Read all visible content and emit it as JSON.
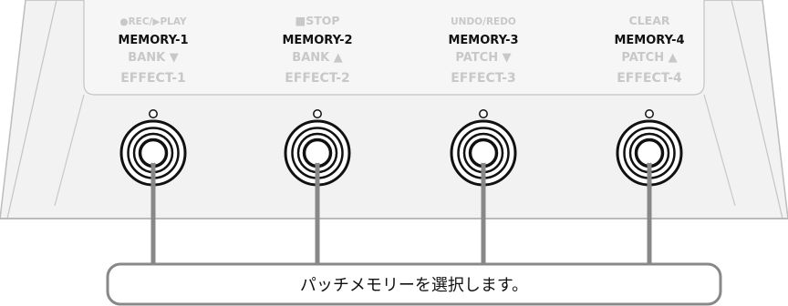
{
  "footswitches": [
    {
      "id": "1",
      "lines": [
        {
          "text": "●REC/▶PLAY",
          "style": "faint-small"
        },
        {
          "text": "MEMORY-1",
          "style": "active"
        },
        {
          "text": "BANK ▼",
          "style": "faint"
        },
        {
          "text": "EFFECT-1",
          "style": "faint"
        }
      ]
    },
    {
      "id": "2",
      "lines": [
        {
          "text": "■STOP",
          "style": "faint"
        },
        {
          "text": "MEMORY-2",
          "style": "active"
        },
        {
          "text": "BANK ▲",
          "style": "faint"
        },
        {
          "text": "EFFECT-2",
          "style": "faint"
        }
      ]
    },
    {
      "id": "3",
      "lines": [
        {
          "text": "UNDO/REDO",
          "style": "faint-small"
        },
        {
          "text": "MEMORY-3",
          "style": "active"
        },
        {
          "text": "PATCH ▼",
          "style": "faint"
        },
        {
          "text": "EFFECT-3",
          "style": "faint"
        }
      ]
    },
    {
      "id": "4",
      "lines": [
        {
          "text": "CLEAR",
          "style": "faint"
        },
        {
          "text": "MEMORY-4",
          "style": "active"
        },
        {
          "text": "PATCH ▲",
          "style": "faint"
        },
        {
          "text": "EFFECT-4",
          "style": "faint"
        }
      ]
    }
  ],
  "callout": {
    "text": "パッチメモリーを選択します。"
  },
  "colors": {
    "panel": "#f2f2f2",
    "panel_edge": "#b8b8b8",
    "active_text": "#111111",
    "faint_text": "#c8c8c8",
    "switch": "#111111",
    "leader": "#888888"
  }
}
